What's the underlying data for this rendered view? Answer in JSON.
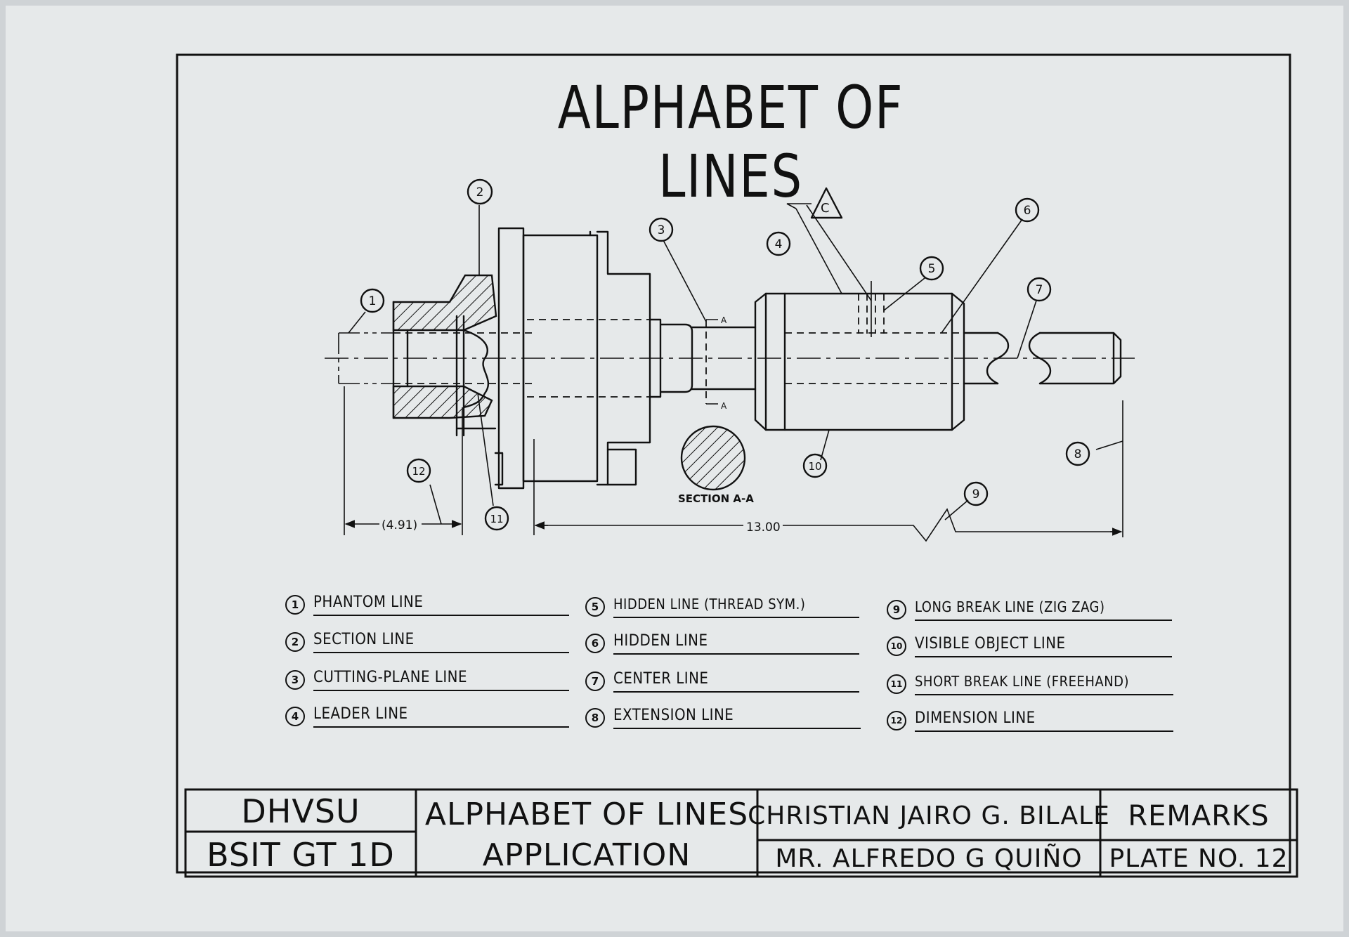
{
  "title": "ALPHABET OF LINES",
  "callouts": [
    "1",
    "2",
    "3",
    "4",
    "5",
    "6",
    "7",
    "8",
    "9",
    "10",
    "11",
    "12"
  ],
  "labels": {
    "surface_symbol": "C",
    "section_label": "SECTION A-A",
    "cutting_plane_letter": "A",
    "dim_left": "(4.91)",
    "dim_main": "13.00"
  },
  "legend": [
    {
      "num": "1",
      "text": "PHANTOM LINE"
    },
    {
      "num": "2",
      "text": "SECTION LINE"
    },
    {
      "num": "3",
      "text": "CUTTING-PLANE LINE"
    },
    {
      "num": "4",
      "text": "LEADER LINE"
    },
    {
      "num": "5",
      "text": "HIDDEN LINE (THREAD SYM.)"
    },
    {
      "num": "6",
      "text": "HIDDEN LINE"
    },
    {
      "num": "7",
      "text": "CENTER LINE"
    },
    {
      "num": "8",
      "text": "EXTENSION LINE"
    },
    {
      "num": "9",
      "text": "LONG BREAK LINE (ZIG ZAG)"
    },
    {
      "num": "10",
      "text": "VISIBLE OBJECT LINE"
    },
    {
      "num": "11",
      "text": "SHORT BREAK LINE (FREEHAND)"
    },
    {
      "num": "12",
      "text": "DIMENSION LINE"
    }
  ],
  "title_block": {
    "school": "DHVSU",
    "section": "BSIT GT 1D",
    "drawing_title_1": "ALPHABET OF LINES",
    "drawing_title_2": "APPLICATION",
    "student": "CHRISTIAN JAIRO G. BILALE",
    "instructor": "MR. ALFREDO G QUIÑO",
    "remarks": "REMARKS",
    "plate": "PLATE NO. 12"
  }
}
